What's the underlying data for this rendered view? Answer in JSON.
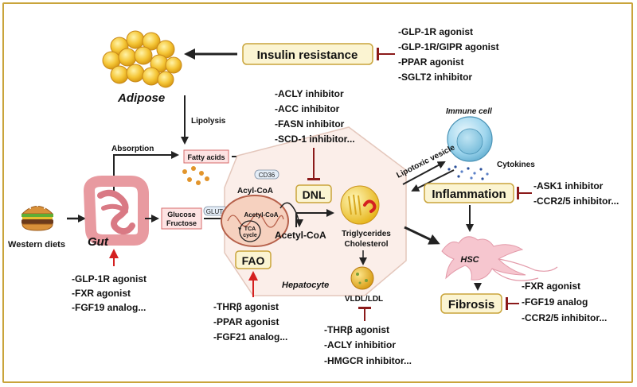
{
  "insulin_resistance": {
    "label": "Insulin resistance",
    "inhibitors": [
      "-GLP-1R agonist",
      "-GLP-1R/GIPR agonist",
      "-PPAR agonist",
      "-SGLT2 inhibitor"
    ]
  },
  "adipose": {
    "label": "Adipose",
    "lipolysis_label": "Lipolysis"
  },
  "dnl": {
    "label": "DNL",
    "inhibitors": [
      "-ACLY inhibitor",
      "-ACC inhibitor",
      "-FASN inhibitor",
      "-SCD-1 inhibitor..."
    ]
  },
  "gut": {
    "label": "Gut",
    "absorption_label": "Absorption",
    "agonists": [
      "-GLP-1R agonist",
      "-FXR agonist",
      "-FGF19 analog..."
    ]
  },
  "western_diets": {
    "label": "Western diets"
  },
  "fatty_acids": {
    "label": "Fatty acids"
  },
  "glucose_fructose": {
    "line1": "Glucose",
    "line2": "Fructose"
  },
  "transporters": {
    "cd36": "CD36",
    "gluts": "GLUTs"
  },
  "hepatocyte": {
    "label": "Hepatocyte",
    "acyl_coa": "Acyl-CoA",
    "mito_acetyl_coa_line1": "Acetyl-CoA",
    "tca_line1": "TCA",
    "tca_line2": "cycle",
    "acetyl_coa": "Acetyl-CoA",
    "triglycerides": "Triglycerides",
    "cholesterol": "Cholesterol",
    "vldl_ldl": "VLDL/LDL"
  },
  "fao": {
    "label": "FAO",
    "agonists": [
      "-THRβ agonist",
      "-PPAR agonist",
      "-FGF21 analog..."
    ]
  },
  "vldl_inhibitors": [
    "-THRβ agonist",
    "-ACLY inhibitior",
    "-HMGCR inhibitor..."
  ],
  "immune": {
    "label": "Immune cell",
    "cytokines_label": "Cytokines",
    "lipotoxic_label": "Lipotoxic vesicle"
  },
  "inflammation": {
    "label": "Inflammation",
    "inhibitors": [
      "-ASK1 inhibitor",
      "-CCR2/5 inhibitor..."
    ]
  },
  "hsc": {
    "label": "HSC"
  },
  "fibrosis": {
    "label": "Fibrosis",
    "inhibitors": [
      "-FXR agonist",
      "-FGF19 analog",
      "-CCR2/5 inhibitor..."
    ]
  },
  "colors": {
    "box_fill": "#fbf4d2",
    "box_stroke": "#c9a43b",
    "inhibit": "#8b1a1a",
    "activate": "#d42020",
    "hepatocyte_fill": "#fbeee9"
  }
}
